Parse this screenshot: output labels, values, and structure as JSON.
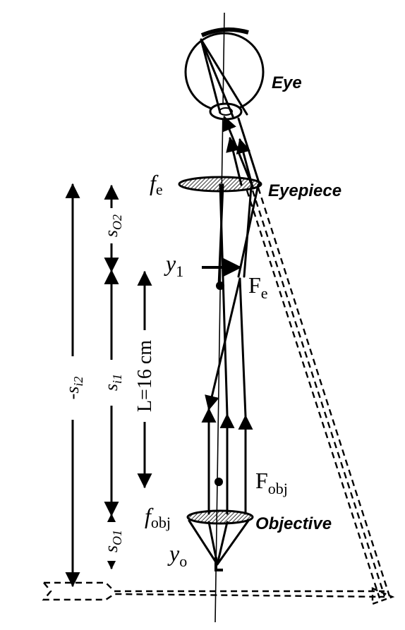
{
  "labels": {
    "eye": "Eye",
    "eyepiece": "Eyepiece",
    "objective": "Objective",
    "f_e": "f",
    "f_e_sub": "e",
    "F_e": "F",
    "F_e_sub": "e",
    "F_obj": "F",
    "F_obj_sub": "obj",
    "f_obj": "f",
    "f_obj_sub": "obj",
    "y_1": "y",
    "y_1_sub": "1",
    "y_o": "y",
    "y_o_sub": "o",
    "tube_length": "L=16 cm",
    "s_o2": "s",
    "s_o2_sub": "O2",
    "s_i1": "s",
    "s_i1_sub": "i1",
    "s_i2": "-s",
    "s_i2_sub": "i2",
    "s_o1": "s",
    "s_o1_sub": "O1"
  }
}
